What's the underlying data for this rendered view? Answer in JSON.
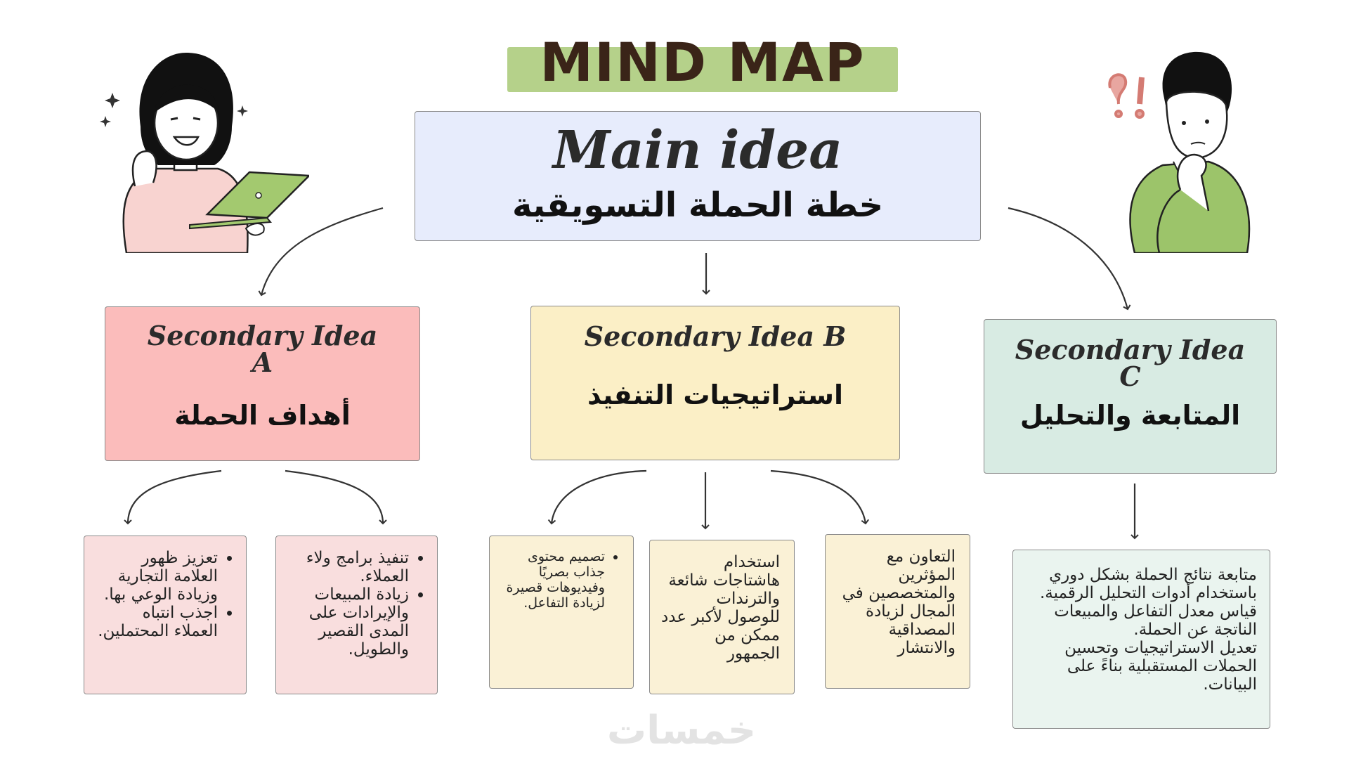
{
  "title": "MIND MAP",
  "main": {
    "title_en": "Main idea",
    "title_ar": "خطة الحملة التسويقية"
  },
  "secondary": {
    "a": {
      "title_en": "Secondary Idea A",
      "title_ar": "أهداف الحملة"
    },
    "b": {
      "title_en": "Secondary Idea B",
      "title_ar": "استراتيجيات التنفيذ"
    },
    "c": {
      "title_en": "Secondary Idea C",
      "title_ar": "المتابعة والتحليل"
    }
  },
  "leaves": {
    "a1": [
      "تعزيز ظهور العلامة التجارية وزيادة الوعي بها.",
      "اجذب انتباه العملاء المحتملين."
    ],
    "a2": [
      "تنفيذ برامج ولاء العملاء.",
      "زيادة المبيعات والإيرادات على المدى القصير والطويل."
    ],
    "b1": [
      "تصميم محتوى جذاب بصريًا وفيديوهات قصيرة لزيادة التفاعل."
    ],
    "b2": "استخدام هاشتاجات شائعة والترندات للوصول لأكبر عدد ممكن من الجمهور",
    "b3": "التعاون مع المؤثرين والمتخصصين في المجال لزيادة المصداقية والانتشار",
    "c1": [
      "متابعة نتائج الحملة بشكل دوري باستخدام أدوات التحليل الرقمية.",
      "قياس معدل التفاعل والمبيعات الناتجة عن الحملة.",
      "تعديل الاستراتيجيات وتحسين الحملات المستقبلية بناءً على البيانات."
    ]
  },
  "watermark": "خمسات",
  "colors": {
    "banner": "#b5d18a",
    "main_box": "#e7ecfc",
    "box_a": "#fbbcbb",
    "box_b": "#fbefc6",
    "box_c": "#d8ebe3",
    "leaf_a": "#f9dede",
    "leaf_b": "#faf1d6",
    "leaf_c": "#eaf4ef",
    "woman_shirt": "#f8d3d0",
    "man_shirt": "#9cc46a",
    "laptop": "#a3c96f",
    "question_marks": "#e8a6a0"
  },
  "icons": [
    "woman-with-laptop-illustration",
    "thinking-man-illustration",
    "sparkle-icon",
    "question-mark-icon"
  ]
}
